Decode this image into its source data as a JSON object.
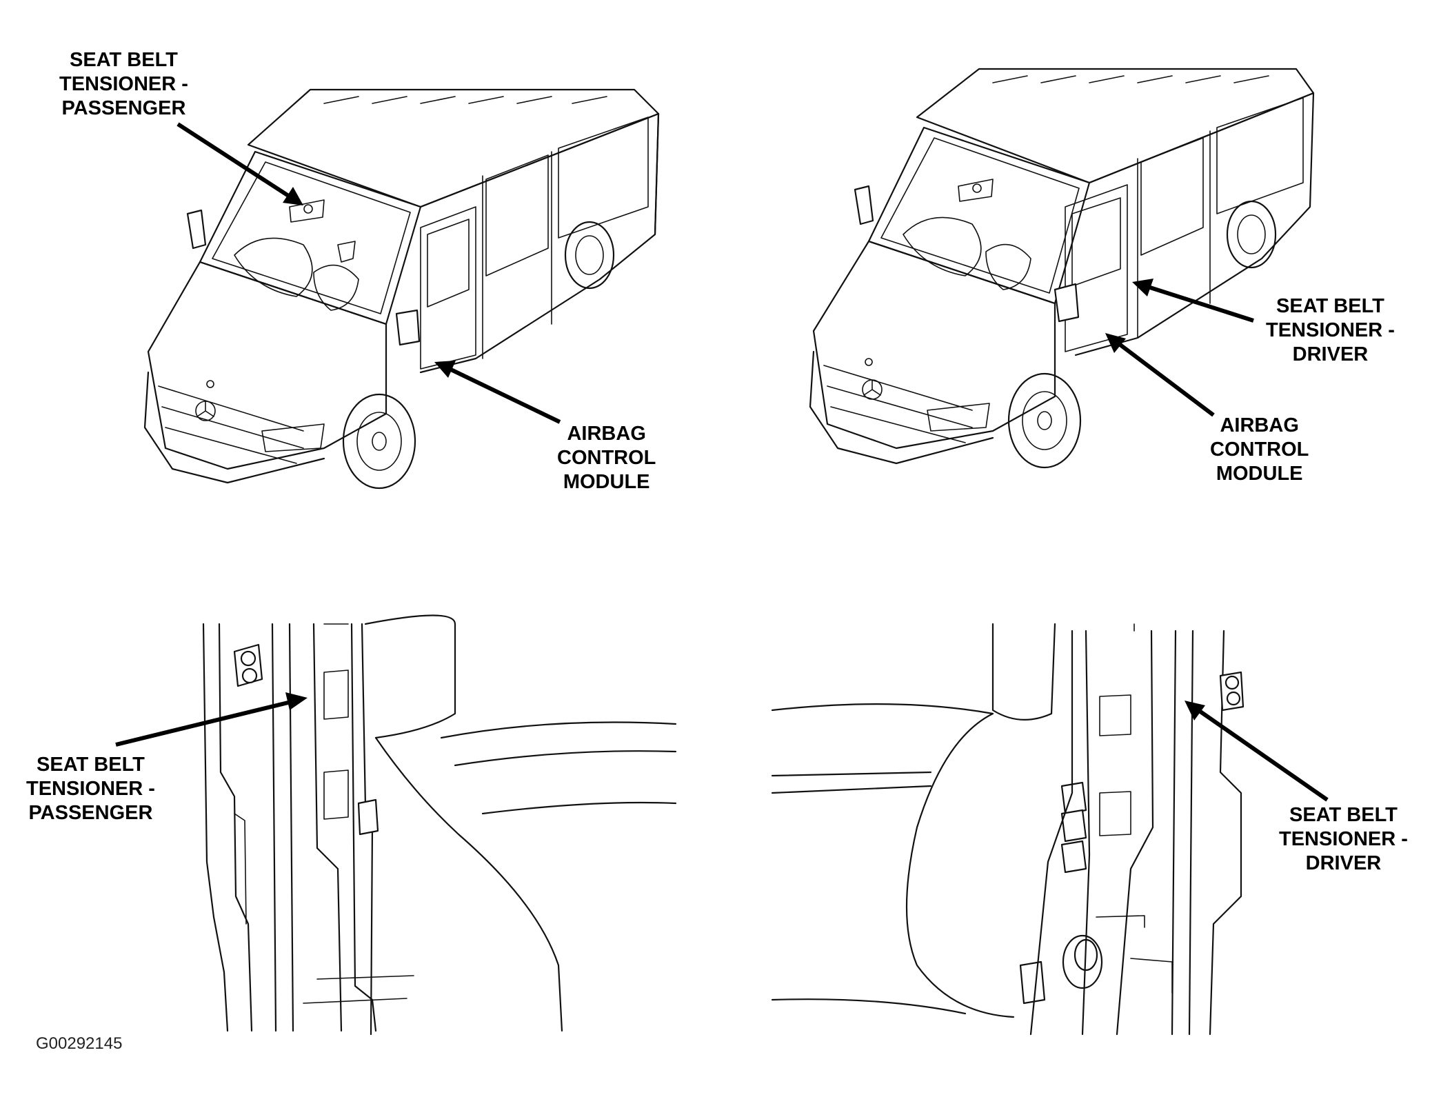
{
  "figure_id": "G00292145",
  "panels": {
    "top_left": {
      "callouts": {
        "tensioner": [
          "SEAT BELT",
          "TENSIONER -",
          "PASSENGER"
        ],
        "module": [
          "AIRBAG",
          "CONTROL",
          "MODULE"
        ]
      }
    },
    "top_right": {
      "callouts": {
        "tensioner": [
          "SEAT BELT",
          "TENSIONER -",
          "DRIVER"
        ],
        "module": [
          "AIRBAG",
          "CONTROL",
          "MODULE"
        ]
      }
    },
    "bottom_left": {
      "callouts": {
        "tensioner": [
          "SEAT BELT",
          "TENSIONER -",
          "PASSENGER"
        ]
      }
    },
    "bottom_right": {
      "callouts": {
        "tensioner": [
          "SEAT BELT",
          "TENSIONER -",
          "DRIVER"
        ]
      }
    }
  }
}
